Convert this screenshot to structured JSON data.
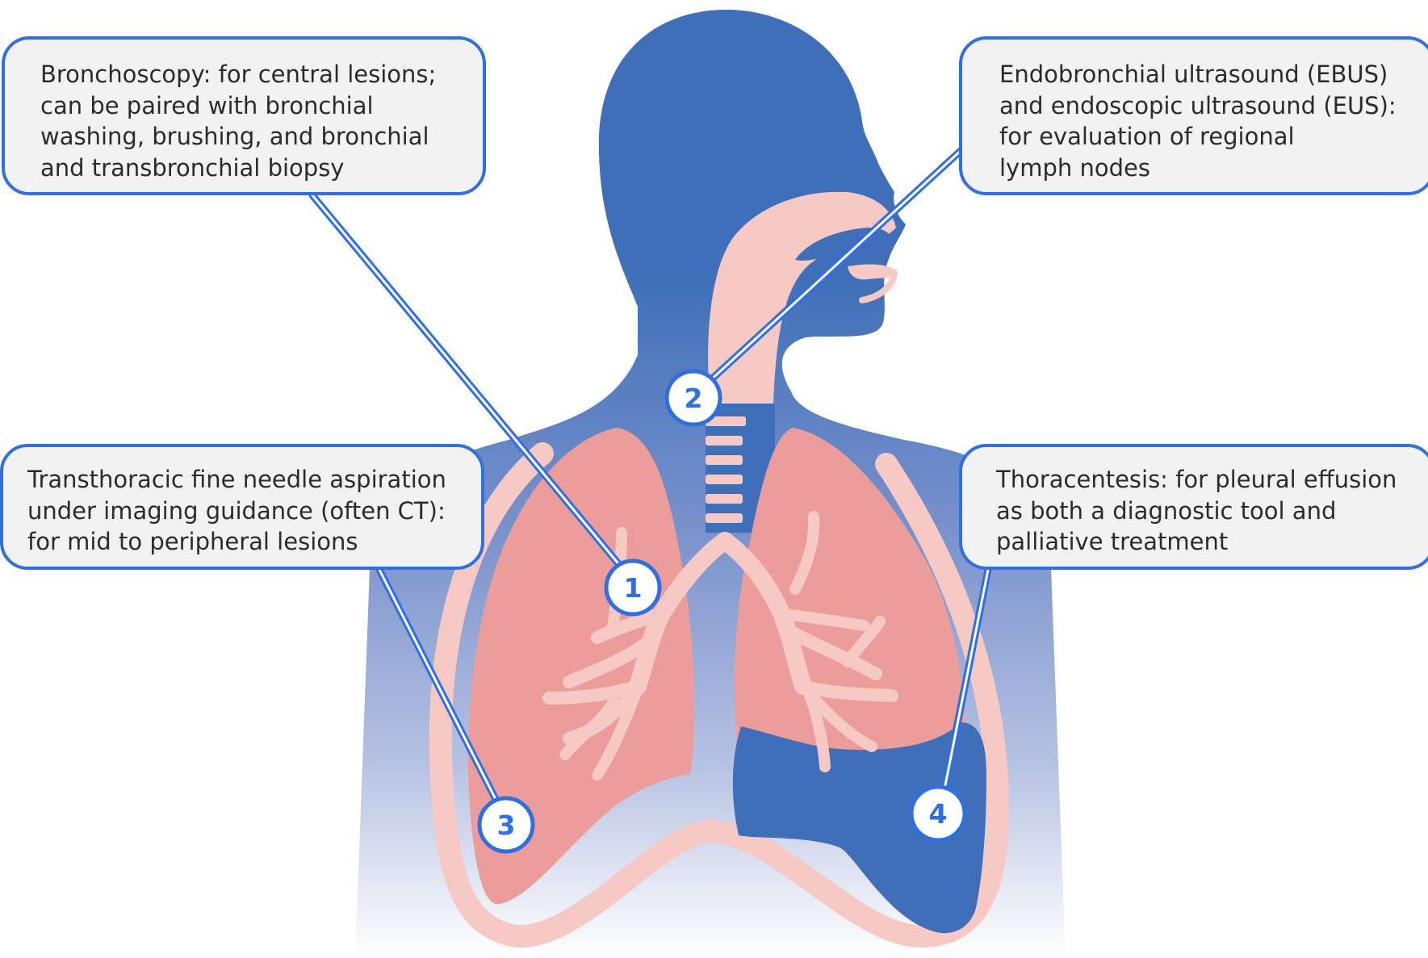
{
  "callouts": {
    "bronchoscopy": {
      "lines": [
        "Bronchoscopy: for central lesions;",
        "can be paired with bronchial",
        "washing, brushing, and bronchial",
        "and transbronchial biopsy"
      ]
    },
    "ebus": {
      "lines": [
        "Endobronchial ultrasound (EBUS)",
        "and endoscopic ultrasound (EUS):",
        "for evaluation of regional",
        "lymph nodes"
      ]
    },
    "tfna": {
      "lines": [
        "Transthoracic fine needle aspiration",
        "under imaging guidance (often CT):",
        "for mid to peripheral lesions"
      ]
    },
    "thoracentesis": {
      "lines": [
        "Thoracentesis: for pleural effusion",
        "as both a diagnostic tool and",
        "palliative treatment"
      ]
    }
  },
  "markers": {
    "m1": "1",
    "m2": "2",
    "m3": "3",
    "m4": "4"
  },
  "colors": {
    "body_blue": "#3f6fb8",
    "body_fade": "#ffffff",
    "pleura_pink": "#f6c9c4",
    "lung_pink": "#ec9c9a",
    "bronchi_pink": "#f6c9c4",
    "effusion_blue": "#3f6fb8",
    "accent_blue": "#2f6fe0"
  }
}
